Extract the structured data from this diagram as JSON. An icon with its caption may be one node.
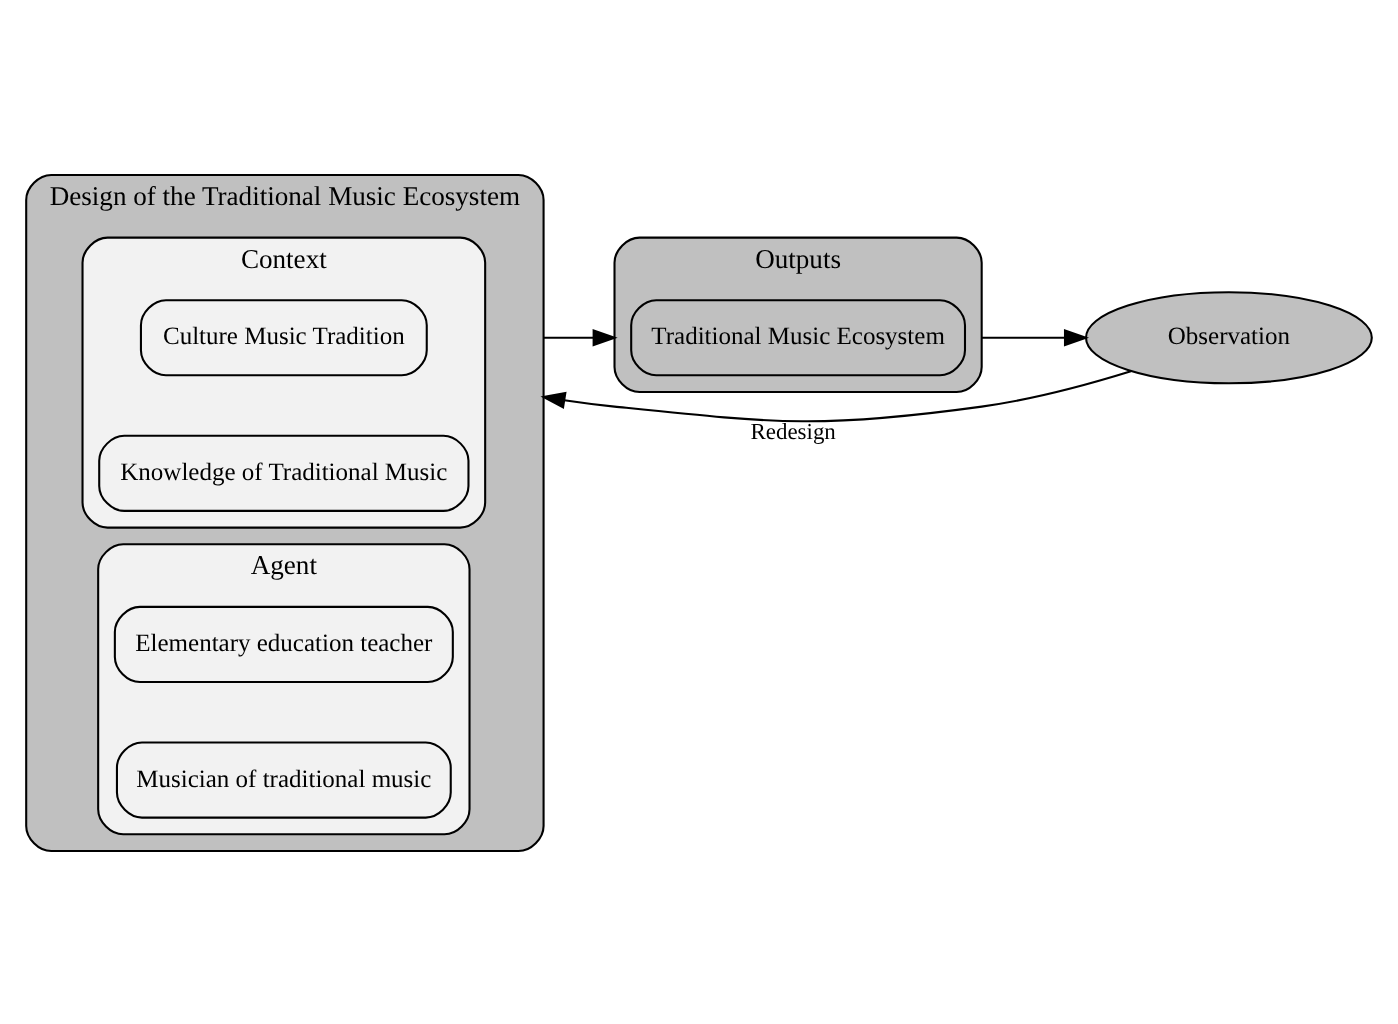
{
  "diagram": {
    "nodes": [
      {
        "text": [
          "Design of the Traditional Music Ecosystem"
        ]
      },
      {
        "text": [
          "Context"
        ],
        "in": 0
      },
      {
        "text": [
          "Culture Music Tradition"
        ],
        "in": 1
      },
      {
        "text": [
          "Knowledge of Traditional Music"
        ],
        "in": 1
      },
      {
        "text": [
          "Agent"
        ],
        "in": 0
      },
      {
        "text": [
          "Elementary education teacher"
        ],
        "in": 4
      },
      {
        "text": [
          "Musician of traditional music"
        ],
        "in": 4
      },
      {
        "text": [
          "Outputs"
        ]
      },
      {
        "text": [
          "Traditional Music Ecosystem"
        ],
        "in": 7
      },
      {
        "text": [
          "Observation"
        ]
      }
    ],
    "edges": [
      {
        "from": 0,
        "to": 7,
        "arrow": "to"
      },
      {
        "from": 7,
        "to": 9,
        "arrow": "to"
      },
      {
        "from": 9,
        "to": 0,
        "arrow": "to",
        "label": "Redesign"
      }
    ]
  }
}
